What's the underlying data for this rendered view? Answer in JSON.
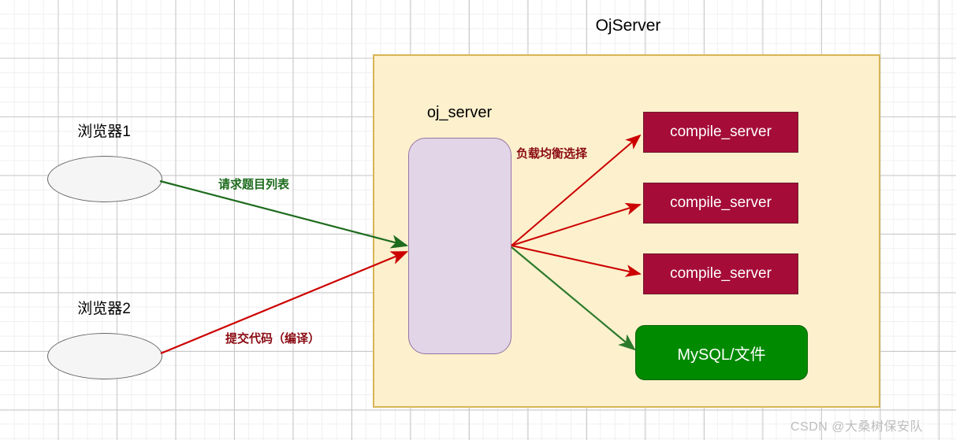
{
  "diagram": {
    "title": "OjServer",
    "container": {
      "label": "OjServer",
      "fill_color": "#fcf0cd",
      "border_color": "#d6b656"
    },
    "nodes": {
      "browser1": {
        "label": "浏览器1",
        "shape": "ellipse",
        "fill_color": "#f5f5f5"
      },
      "browser2": {
        "label": "浏览器2",
        "shape": "ellipse",
        "fill_color": "#f5f5f5"
      },
      "oj_server": {
        "label": "oj_server",
        "shape": "rounded-rect",
        "fill_color": "#e1d5e7",
        "border_color": "#9673a6"
      },
      "compile_servers": [
        {
          "label": "compile_server",
          "fill_color": "#a50c38",
          "text_color": "#ffffff"
        },
        {
          "label": "compile_server",
          "fill_color": "#a50c38",
          "text_color": "#ffffff"
        },
        {
          "label": "compile_server",
          "fill_color": "#a50c38",
          "text_color": "#ffffff"
        }
      ],
      "storage": {
        "label": "MySQL/文件",
        "fill_color": "#008a00",
        "text_color": "#ffffff"
      }
    },
    "edges": [
      {
        "id": "request-list",
        "label": "请求题目列表",
        "color": "#1d6b1d",
        "from": "browser1",
        "to": "oj_server"
      },
      {
        "id": "submit-code",
        "label": "提交代码（编译）",
        "color": "#cc0000",
        "from": "browser2",
        "to": "oj_server"
      },
      {
        "id": "load-balance",
        "label": "负载均衡选择",
        "color": "#8b0b13",
        "from": "oj_server",
        "to": "compile_servers"
      },
      {
        "id": "to-storage",
        "label": "",
        "color": "#2d7a2d",
        "from": "oj_server",
        "to": "storage"
      }
    ]
  },
  "watermark": {
    "text": "CSDN @大桑树保安队"
  }
}
